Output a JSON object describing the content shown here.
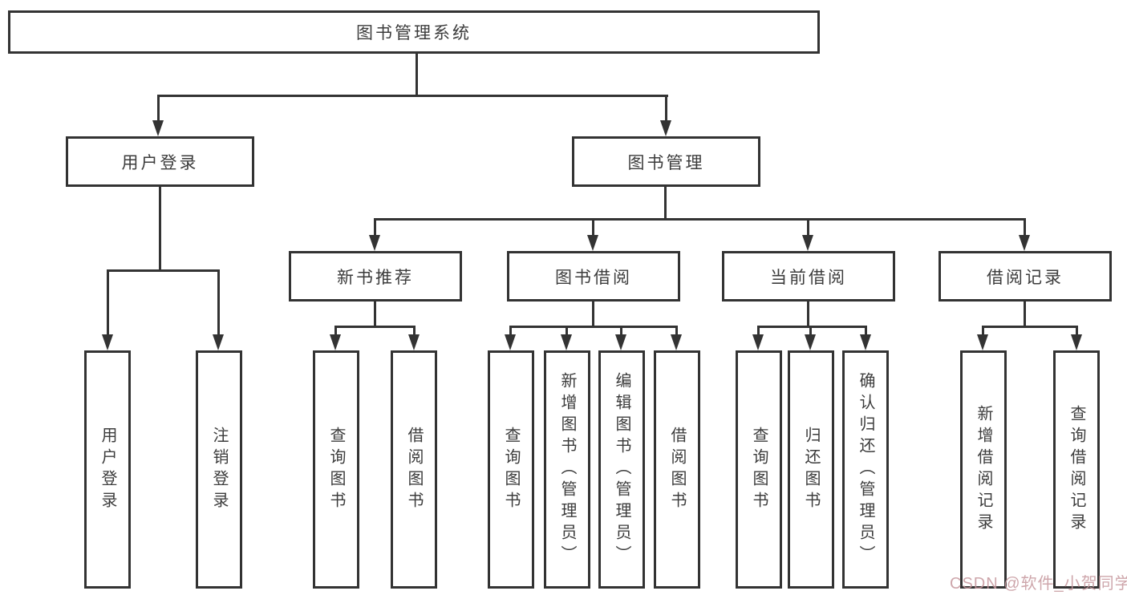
{
  "diagram": {
    "root": "图书管理系统",
    "user_branch": {
      "label": "用户登录",
      "children": [
        "用户登录",
        "注销登录"
      ]
    },
    "book_branch": {
      "label": "图书管理",
      "groups": [
        {
          "label": "新书推荐",
          "children": [
            "查询图书",
            "借阅图书"
          ]
        },
        {
          "label": "图书借阅",
          "children": [
            "查询图书",
            "新增图书（管理员）",
            "编辑图书（管理员）",
            "借阅图书"
          ]
        },
        {
          "label": "当前借阅",
          "children": [
            "查询图书",
            "归还图书",
            "确认归还（管理员）"
          ]
        },
        {
          "label": "借阅记录",
          "children": [
            "新增借阅记录",
            "查询借阅记录"
          ]
        }
      ]
    }
  },
  "watermark": "CSDN @软件_小贺同学",
  "colors": {
    "background": "#ffffff",
    "line": "#333333",
    "text": "#3c3c3c",
    "watermark": "#c69a9c"
  }
}
